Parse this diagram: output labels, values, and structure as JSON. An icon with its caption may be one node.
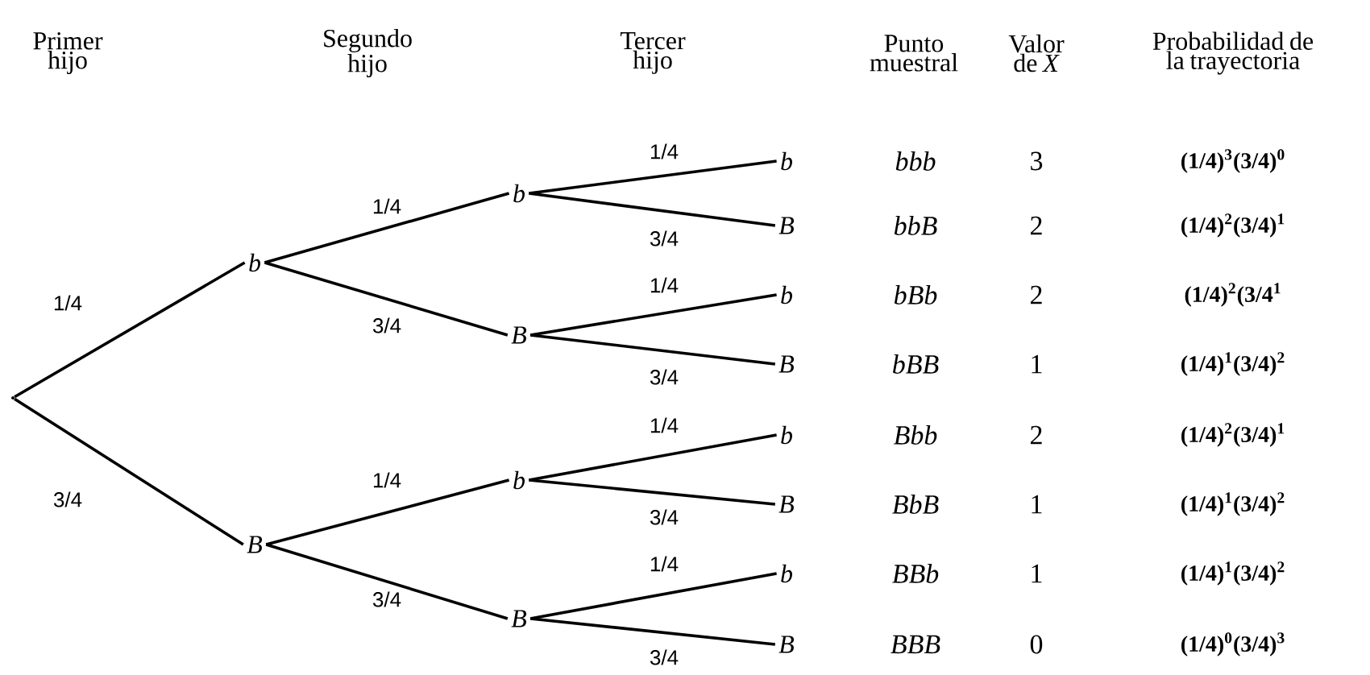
{
  "diagram": {
    "nodes": [
      {
        "text": [],
        "shape": "point"
      },
      {
        "text": [
          "b"
        ]
      },
      {
        "text": [
          "B"
        ]
      },
      {
        "text": [
          "b"
        ]
      },
      {
        "text": [
          "B"
        ]
      },
      {
        "text": [
          "b"
        ]
      },
      {
        "text": [
          "B"
        ]
      },
      {
        "text": [
          "b"
        ]
      },
      {
        "text": [
          "B"
        ]
      },
      {
        "text": [
          "b"
        ]
      },
      {
        "text": [
          "B"
        ]
      },
      {
        "text": [
          "b"
        ]
      },
      {
        "text": [
          "B"
        ]
      },
      {
        "text": [
          "b"
        ]
      },
      {
        "text": [
          "B"
        ]
      }
    ],
    "edges": [
      {
        "from": 0,
        "to": 1,
        "arrow": "none",
        "label": "1/4"
      },
      {
        "from": 0,
        "to": 2,
        "arrow": "none",
        "label": "3/4"
      },
      {
        "from": 1,
        "to": 3,
        "arrow": "none",
        "label": "1/4"
      },
      {
        "from": 1,
        "to": 4,
        "arrow": "none",
        "label": "3/4"
      },
      {
        "from": 2,
        "to": 5,
        "arrow": "none",
        "label": "1/4"
      },
      {
        "from": 2,
        "to": 6,
        "arrow": "none",
        "label": "3/4"
      },
      {
        "from": 3,
        "to": 7,
        "arrow": "none",
        "label": "1/4"
      },
      {
        "from": 3,
        "to": 8,
        "arrow": "none",
        "label": "3/4"
      },
      {
        "from": 4,
        "to": 9,
        "arrow": "none",
        "label": "1/4"
      },
      {
        "from": 4,
        "to": 10,
        "arrow": "none",
        "label": "3/4"
      },
      {
        "from": 5,
        "to": 11,
        "arrow": "none",
        "label": "1/4"
      },
      {
        "from": 5,
        "to": 12,
        "arrow": "none",
        "label": "3/4"
      },
      {
        "from": 6,
        "to": 13,
        "arrow": "none",
        "label": "1/4"
      },
      {
        "from": 6,
        "to": 14,
        "arrow": "none",
        "label": "3/4"
      }
    ],
    "labels": [
      "Primer hijo",
      "Segundo hijo",
      "Tercer hijo",
      "Punto muestral",
      "Valor de *X*",
      "Probabilidad de la trayectoria",
      "bbb",
      "3",
      "(1/4)$^{3}$(3/4)$^{0}$",
      "bbB",
      "2",
      "(1/4)$^{2}$(3/4)$^{1}$",
      "bBb",
      "2",
      "(1/4)$^{2}$(3/4$^{1}$",
      "bBB",
      "1",
      "(1/4)$^{1}$(3/4)$^{2}$",
      "Bbb",
      "2",
      "(1/4)$^{2}$(3/4)$^{1}$",
      "BbB",
      "1",
      "(1/4)$^{1}$(3/4)$^{2}$",
      "BBb",
      "1",
      "(1/4)$^{1}$(3/4)$^{2}$",
      "BBB",
      "0",
      "(1/4)$^{0}$(3/4)$^{3}$"
    ]
  }
}
